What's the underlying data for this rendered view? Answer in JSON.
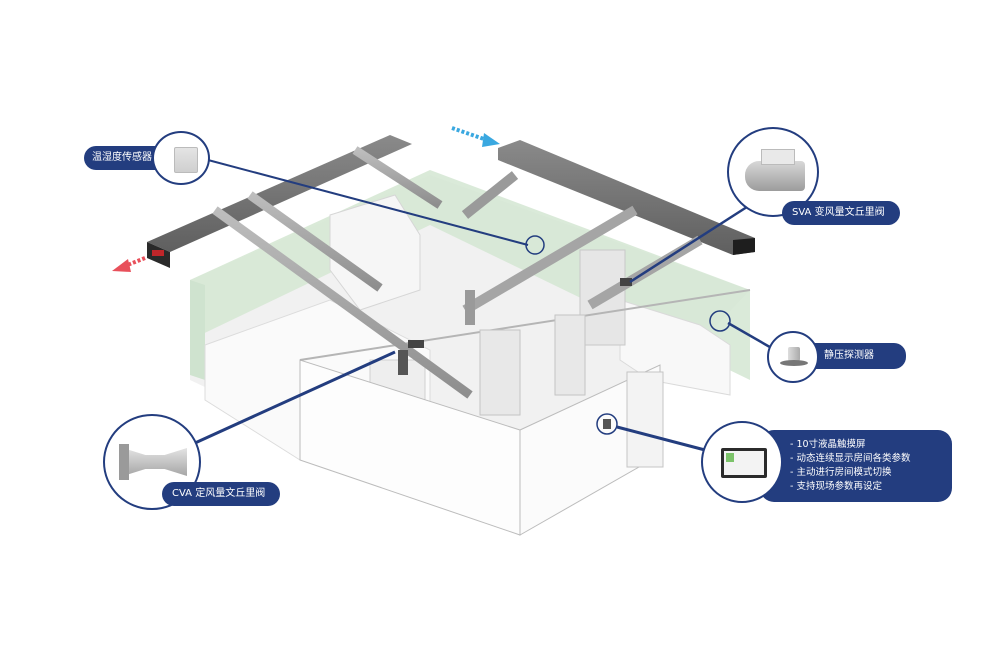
{
  "diagram": {
    "title": "Laboratory ventilation control system (isometric)",
    "accent_color": "#233d7f",
    "supply_arrow_color": "#3aa8e0",
    "exhaust_arrow_color": "#e8505b",
    "wall_tint_color": "#cfe3cf"
  },
  "callouts": {
    "temp_humidity_sensor": {
      "label": "温湿度传感器",
      "icon": "wall-sensor-icon"
    },
    "sva_valve": {
      "label": "SVA 变风量文丘里阀",
      "icon": "venturi-valve-icon"
    },
    "static_pressure_probe": {
      "label": "静压探测器",
      "icon": "pressure-probe-icon"
    },
    "touch_panel": {
      "icon": "touchscreen-panel-icon",
      "bullets": [
        "10寸液晶触摸屏",
        "动态连续显示房间各类参数",
        "主动进行房间模式切换",
        "支持现场参数再设定"
      ]
    },
    "cva_valve": {
      "label": "CVA 定风量文丘里阀",
      "icon": "venturi-valve-icon"
    }
  },
  "flows": {
    "supply": "supply-air-arrow",
    "exhaust": "exhaust-air-arrow"
  }
}
